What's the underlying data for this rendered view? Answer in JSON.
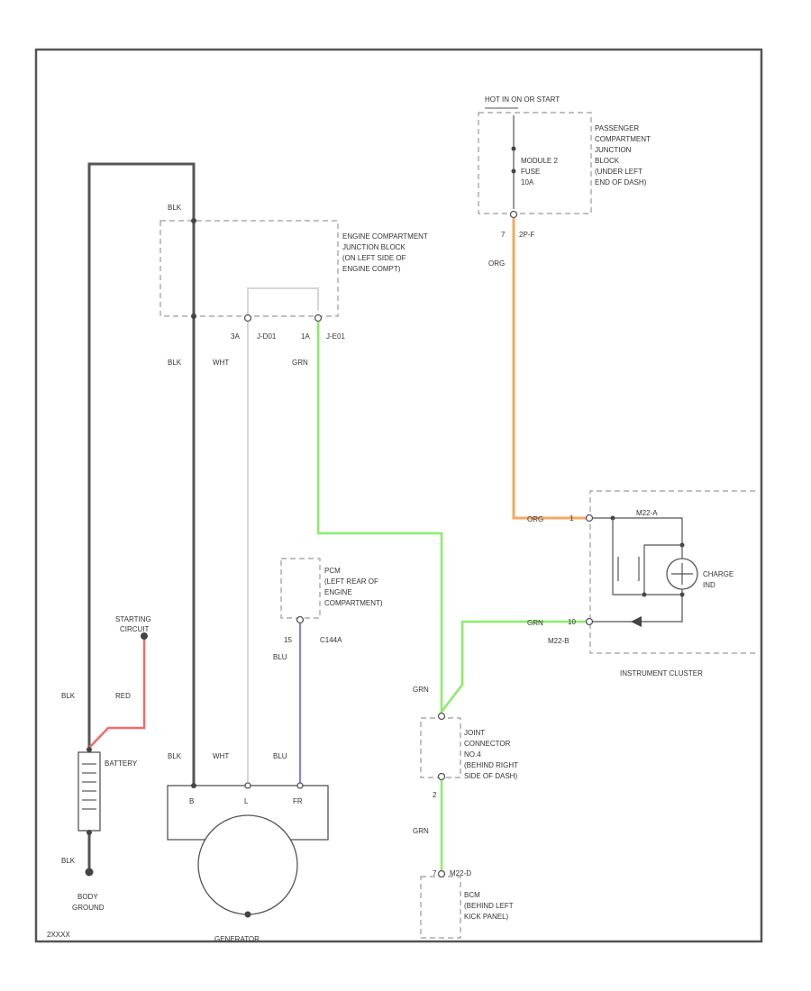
{
  "diagram": {
    "title": "",
    "code": "2XXXX",
    "wire_colors": {
      "BLK": "#555555",
      "WHT": "#d6d6d6",
      "GRN": "#88ee66",
      "ORG": "#f5a862",
      "BLU": "#8080f2",
      "RED": "#f36a6a"
    },
    "components": {
      "hot_at_all_times": "HOT IN ON OR START",
      "pcjb_label": [
        "PASSENGER",
        "COMPARTMENT",
        "JUNCTION",
        "BLOCK",
        "(UNDER LEFT",
        "END OF DASH)"
      ],
      "fuse_label": [
        "MODULE 2",
        "FUSE",
        "10A"
      ],
      "ecjb_label": [
        "ENGINE COMPARTMENT",
        "JUNCTION BLOCK",
        "(ON LEFT SIDE OF",
        "ENGINE COMPT)"
      ],
      "pcm_label": [
        "PCM",
        "(LEFT REAR OF",
        "ENGINE",
        "COMPARTMENT)"
      ],
      "cluster_label": "INSTRUMENT CLUSTER",
      "charge_ind_label": [
        "CHARGE",
        "IND"
      ],
      "joint_label": [
        "JOINT",
        "CONNECTOR",
        "NO.4",
        "(BEHIND RIGHT",
        "SIDE OF DASH)"
      ],
      "bcm_label": [
        "BCM",
        "(BEHIND LEFT",
        "KICK PANEL)"
      ],
      "starting_circuit": [
        "STARTING",
        "CIRCUIT"
      ],
      "battery": "BATTERY",
      "body_ground": [
        "BODY",
        "GROUND"
      ],
      "generator": "GENERATOR",
      "generator_terminals": [
        "B",
        "L",
        "FR"
      ]
    },
    "pins": {
      "pcjb_pin": "7",
      "pcjb_conn": "2P-F",
      "ecjb_pin_a": "3A",
      "ecjb_conn_a": "J-D01",
      "ecjb_pin_b": "1A",
      "ecjb_conn_b": "J-E01",
      "pcm_pin": "15",
      "pcm_conn": "C144A",
      "cluster_pin_top": "1",
      "cluster_pin_bot": "10",
      "cluster_conn": "M22-B",
      "cluster_int": "M22-A",
      "joint_pin_bot": "2",
      "bcm_pin": "7",
      "bcm_conn": "M22-D"
    },
    "wire_labels": {
      "blk": "BLK",
      "wht": "WHT",
      "grn": "GRN",
      "org": "ORG",
      "blu": "BLU",
      "red": "RED"
    }
  }
}
